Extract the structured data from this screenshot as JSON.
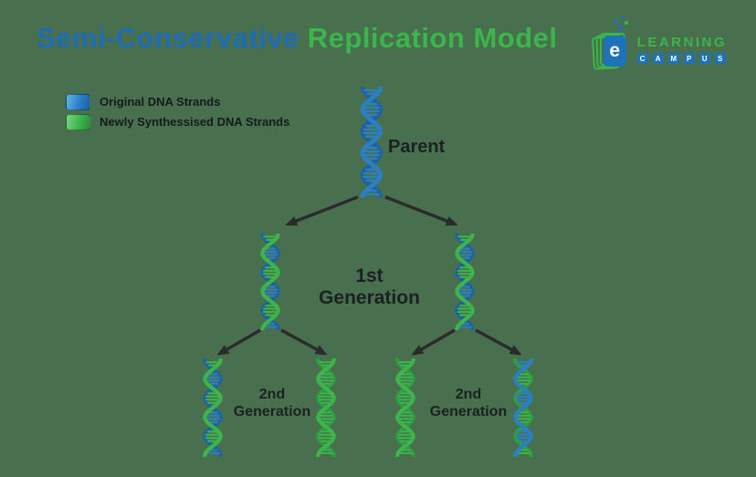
{
  "title": {
    "blue_part": "Semi-Conservative",
    "green_part": "Replication Model"
  },
  "brand": {
    "book_letter": "e",
    "learning": "LEARNING",
    "campus_letters": [
      "C",
      "A",
      "M",
      "P",
      "U",
      "S"
    ]
  },
  "legend": {
    "items": [
      {
        "label": "Original DNA Strands",
        "color": "#2b80c4"
      },
      {
        "label": "Newly Synthessised DNA Strands",
        "color": "#3cb54b"
      }
    ]
  },
  "labels": {
    "parent": "Parent",
    "gen1": "1st Generation",
    "gen2_line1": "2nd",
    "gen2_line2": "Generation"
  },
  "helices": {
    "parent": {
      "strands": [
        "blue",
        "blue"
      ]
    },
    "gen1_left": {
      "strands": [
        "blue",
        "green"
      ]
    },
    "gen1_right": {
      "strands": [
        "blue",
        "green"
      ]
    },
    "gen2_1": {
      "strands": [
        "blue",
        "green"
      ]
    },
    "gen2_2": {
      "strands": [
        "green",
        "green"
      ]
    },
    "gen2_3": {
      "strands": [
        "green",
        "green"
      ]
    },
    "gen2_4": {
      "strands": [
        "green",
        "blue"
      ]
    }
  },
  "colors": {
    "background": "#48704e",
    "original_strand_blue": "#2b80c4",
    "original_strand_blue_dark": "#1d62a5",
    "new_strand_green": "#3cb54b",
    "new_strand_green_dark": "#2f9e3f",
    "title_blue": "#1e6cb5",
    "title_green": "#3cb54c",
    "text_dark": "#1d2022",
    "arrow": "#2b2b2b"
  }
}
